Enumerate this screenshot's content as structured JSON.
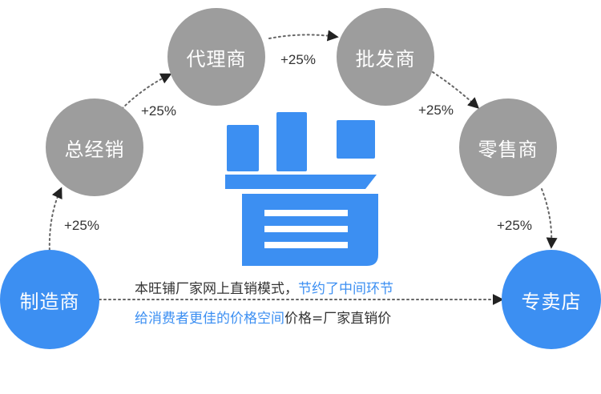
{
  "nodes": {
    "manufacturer": "制造商",
    "general_distributor": "总经销",
    "agent": "代理商",
    "wholesaler": "批发商",
    "retailer": "零售商",
    "store": "专卖店"
  },
  "markups": {
    "m1": "+25%",
    "m2": "+25%",
    "m3": "+25%",
    "m4": "+25%",
    "m5": "+25%"
  },
  "note": {
    "line1_a": "本旺铺厂家网上直销模式，",
    "line1_b": "节约了中间环节",
    "line2_a": "给消费者更佳的价格空间",
    "line2_b": "价格=厂家直销价"
  },
  "colors": {
    "gray_node": "#9d9d9d",
    "blue": "#3c8ff2",
    "text": "#333333"
  },
  "center_icon": "save-money-logo-icon"
}
